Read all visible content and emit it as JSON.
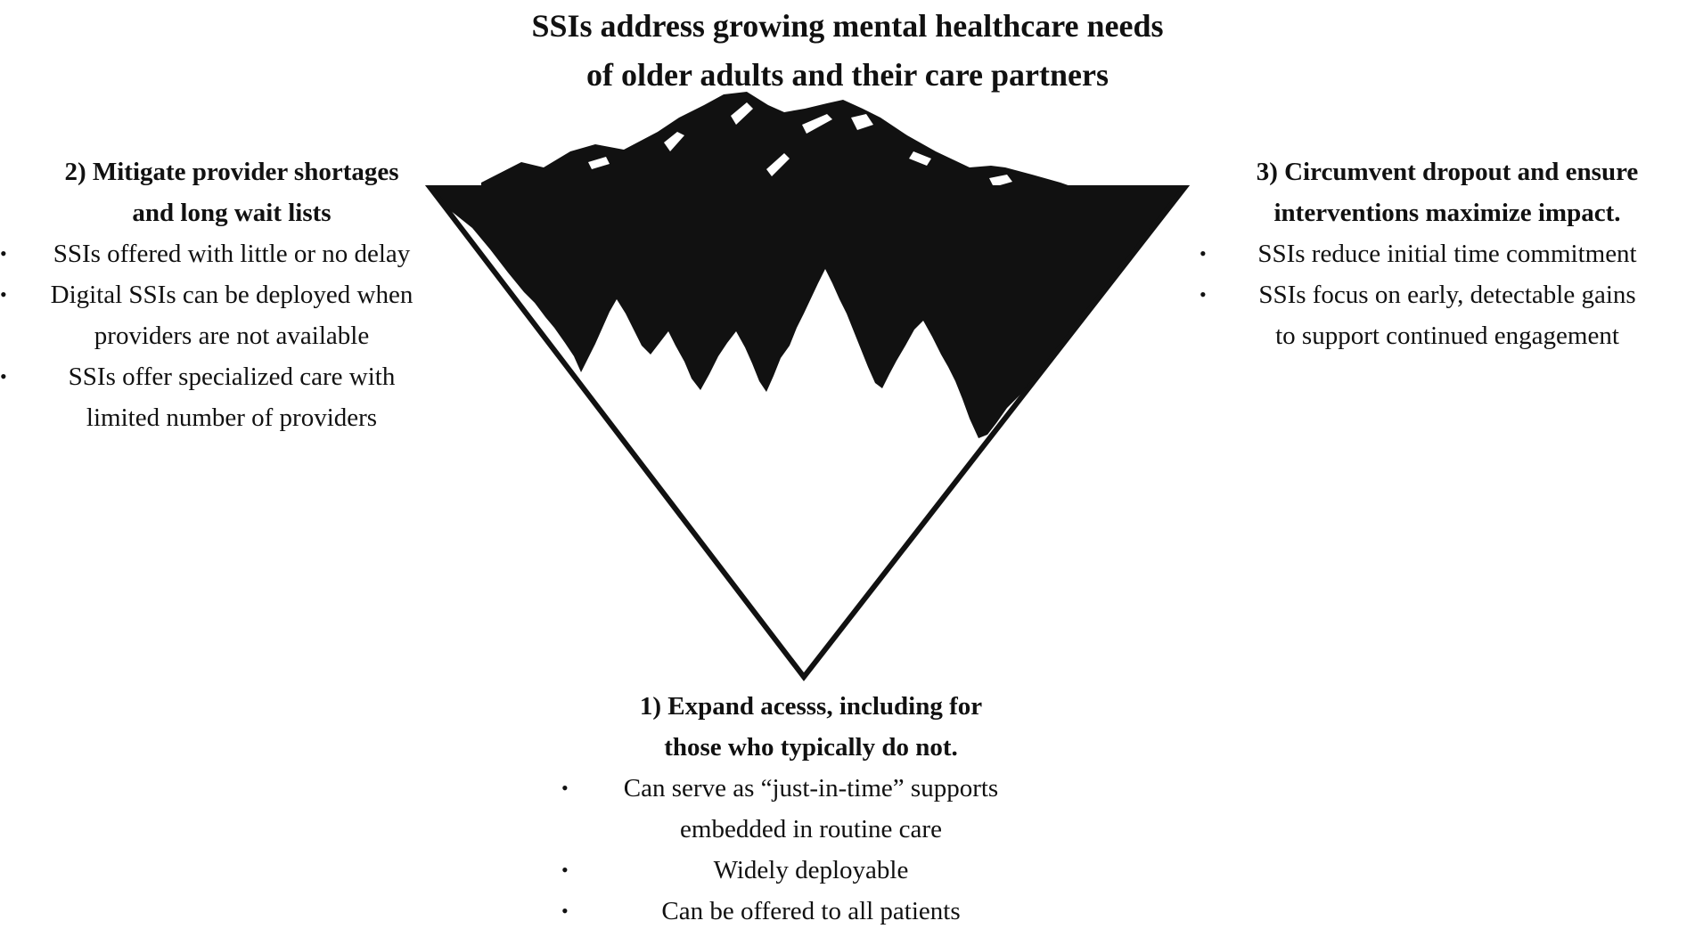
{
  "title": {
    "line1": "SSIs address growing mental healthcare needs",
    "line2": "of older adults and their care partners"
  },
  "sections": {
    "left": {
      "heading1": "2) Mitigate provider shortages",
      "heading2": "and long wait lists",
      "items": [
        {
          "line1": "SSIs offered with little or no delay",
          "line2": ""
        },
        {
          "line1": "Digital SSIs can be deployed when",
          "line2": "providers are not available"
        },
        {
          "line1": "SSIs offer specialized care with",
          "line2": "limited number of providers"
        }
      ]
    },
    "right": {
      "heading1": "3) Circumvent dropout and ensure",
      "heading2": "interventions maximize impact.",
      "items": [
        {
          "line1": "SSIs reduce initial time commitment",
          "line2": ""
        },
        {
          "line1": "SSIs focus on early, detectable gains",
          "line2": "to support continued engagement"
        }
      ]
    },
    "bottom": {
      "heading1": "1) Expand acesss, including for",
      "heading2": "those who typically do not.",
      "items": [
        {
          "line1": "Can serve as “just-in-time” supports",
          "line2": "embedded in routine care"
        },
        {
          "line1": "Widely deployable",
          "line2": ""
        },
        {
          "line1": "Can be offered to all patients",
          "line2": ""
        }
      ]
    }
  },
  "bullet_symbol": "•",
  "colors": {
    "ink": "#111111",
    "background": "#ffffff"
  }
}
